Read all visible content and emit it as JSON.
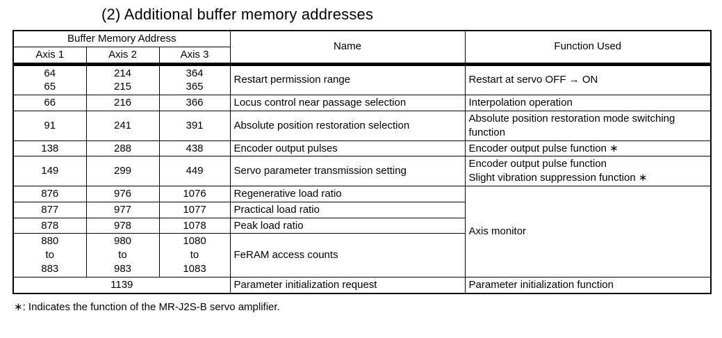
{
  "page": {
    "title": "(2) Additional buffer memory addresses",
    "footnote": "∗: Indicates the function of the MR-J2S-B servo amplifier."
  },
  "table": {
    "headers": {
      "buffer_memory_address": "Buffer Memory Address",
      "axis1": "Axis 1",
      "axis2": "Axis 2",
      "axis3": "Axis 3",
      "name": "Name",
      "function_used": "Function Used"
    },
    "rows": [
      {
        "axis1": "64\n65",
        "axis2": "214\n215",
        "axis3": "364\n365",
        "name": "Restart permission range",
        "function": "Restart at servo OFF → ON"
      },
      {
        "axis1": "66",
        "axis2": "216",
        "axis3": "366",
        "name": "Locus control near passage selection",
        "function": "Interpolation operation"
      },
      {
        "axis1": "91",
        "axis2": "241",
        "axis3": "391",
        "name": "Absolute position restoration selection",
        "function": "Absolute position restoration mode switching function"
      },
      {
        "axis1": "138",
        "axis2": "288",
        "axis3": "438",
        "name": "Encoder output pulses",
        "function": "Encoder output pulse function ∗"
      },
      {
        "axis1": "149",
        "axis2": "299",
        "axis3": "449",
        "name": "Servo parameter transmission setting",
        "function": "Encoder output pulse function\nSlight vibration suppression function ∗"
      }
    ],
    "monitor_group": {
      "function": "Axis monitor",
      "rows": [
        {
          "axis1": "876",
          "axis2": "976",
          "axis3": "1076",
          "name": "Regenerative load ratio"
        },
        {
          "axis1": "877",
          "axis2": "977",
          "axis3": "1077",
          "name": "Practical load ratio"
        },
        {
          "axis1": "878",
          "axis2": "978",
          "axis3": "1078",
          "name": "Peak load ratio"
        },
        {
          "axis1": "880\nto\n883",
          "axis2": "980\nto\n983",
          "axis3": "1080\nto\n1083",
          "name": "FeRAM access counts"
        }
      ]
    },
    "footer_row": {
      "address": "1139",
      "name": "Parameter initialization request",
      "function": "Parameter initialization function"
    }
  }
}
